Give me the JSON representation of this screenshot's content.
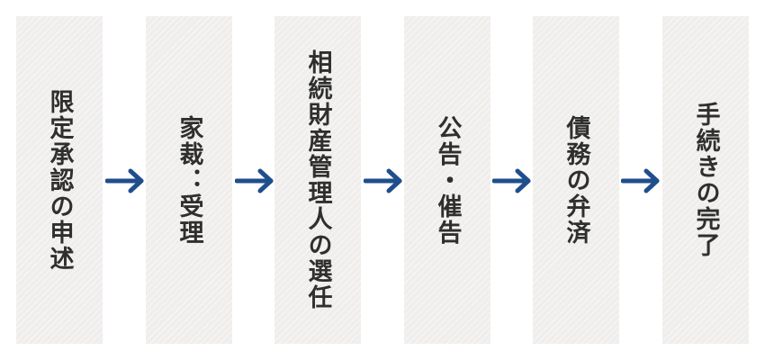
{
  "steps": [
    {
      "label": "限定承認の申述"
    },
    {
      "label": "家裁：受理"
    },
    {
      "label": "相続財産管理人の選任"
    },
    {
      "label": "公告・催告"
    },
    {
      "label": "債務の弁済"
    },
    {
      "label": "手続きの完了"
    }
  ],
  "colors": {
    "box_fill": "#efeeec",
    "text": "#2f2f2f",
    "arrow": "#1f4e8c"
  },
  "icons": {
    "connector": "arrow-right-icon"
  }
}
